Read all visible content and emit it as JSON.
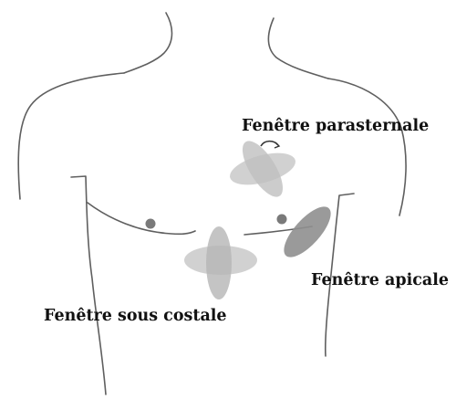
{
  "labels": {
    "parasternal": "Fenêtre parasternale",
    "apical": "Fenêtre apicale",
    "subcostal": "Fenêtre sous costale"
  },
  "colors": {
    "outline": "#5f5f5f",
    "probe_light": "#c9c9c9",
    "probe_dark": "#8f8f8f",
    "nipple": "#7a7a7a"
  }
}
